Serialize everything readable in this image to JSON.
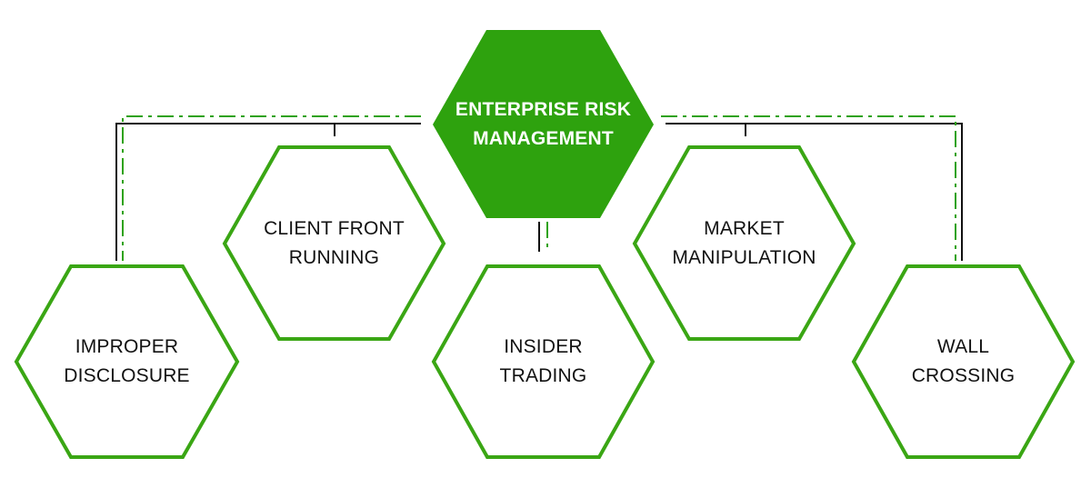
{
  "colors": {
    "accent": "#2ea20e",
    "outline": "#3aa614",
    "connector": "#111111",
    "label": "#111111",
    "center_label": "#ffffff"
  },
  "center": {
    "title": "ENTERPRISE RISK\nMANAGEMENT"
  },
  "nodes": [
    {
      "id": "improper-disclosure",
      "label": "IMPROPER\nDISCLOSURE"
    },
    {
      "id": "client-front-running",
      "label": "CLIENT FRONT\nRUNNING"
    },
    {
      "id": "insider-trading",
      "label": "INSIDER\nTRADING"
    },
    {
      "id": "market-manipulation",
      "label": "MARKET\nMANIPULATION"
    },
    {
      "id": "wall-crossing",
      "label": "WALL\nCROSSING"
    }
  ]
}
